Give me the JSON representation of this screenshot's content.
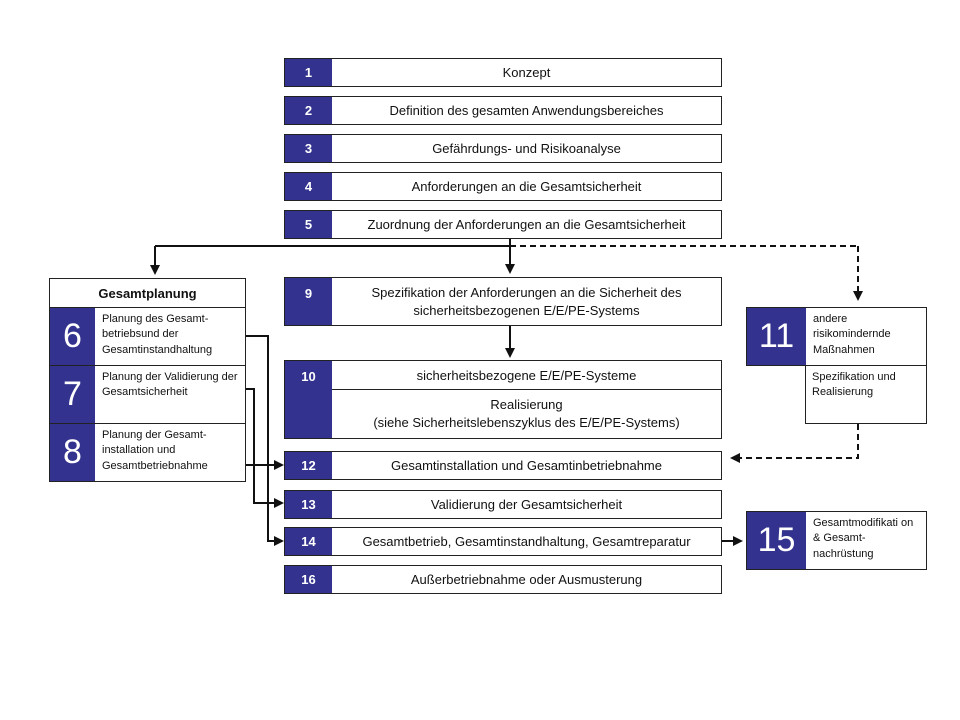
{
  "steps": {
    "s1": {
      "num": "1",
      "label": "Konzept"
    },
    "s2": {
      "num": "2",
      "label": "Definition des gesamten Anwendungsbereiches"
    },
    "s3": {
      "num": "3",
      "label": "Gefährdungs- und Risikoanalyse"
    },
    "s4": {
      "num": "4",
      "label": "Anforderungen an die Gesamtsicherheit"
    },
    "s5": {
      "num": "5",
      "label": "Zuordnung der Anforderungen an die Gesamtsicherheit"
    },
    "s9": {
      "num": "9",
      "label": "Spezifikation der Anforderungen an die Sicherheit des sicherheitsbezogenen E/E/PE-Systems"
    },
    "s10": {
      "num": "10",
      "label_top": "sicherheitsbezogene E/E/PE-Systeme",
      "label_main": "Realisierung",
      "label_sub": "(siehe Sicherheitslebenszyklus des E/E/PE-Systems)"
    },
    "s12": {
      "num": "12",
      "label": "Gesamtinstallation und Gesamtinbetriebnahme"
    },
    "s13": {
      "num": "13",
      "label": "Validierung der Gesamtsicherheit"
    },
    "s14": {
      "num": "14",
      "label": "Gesamtbetrieb, Gesamtinstandhaltung, Gesamtreparatur"
    },
    "s16": {
      "num": "16",
      "label": "Außerbetriebnahme oder Ausmusterung"
    }
  },
  "planning": {
    "title": "Gesamtplanung",
    "items": [
      {
        "num": "6",
        "label": "Planung des Gesamt-betriebsund der Gesamtinstandhaltung"
      },
      {
        "num": "7",
        "label": "Planung der Validierung der Gesamtsicherheit"
      },
      {
        "num": "8",
        "label": "Planung der Gesamt-installation und Gesamtbetriebnahme"
      }
    ]
  },
  "other_measures": {
    "num": "11",
    "label_top": "andere risikomindernde Maßnahmen",
    "label_bottom": "Spezifikation und Realisierung"
  },
  "modification": {
    "num": "15",
    "label": "Gesamtmodifikati on & Gesamt-nachrüstung"
  },
  "colors": {
    "accent": "#33338f",
    "border": "#222222"
  }
}
